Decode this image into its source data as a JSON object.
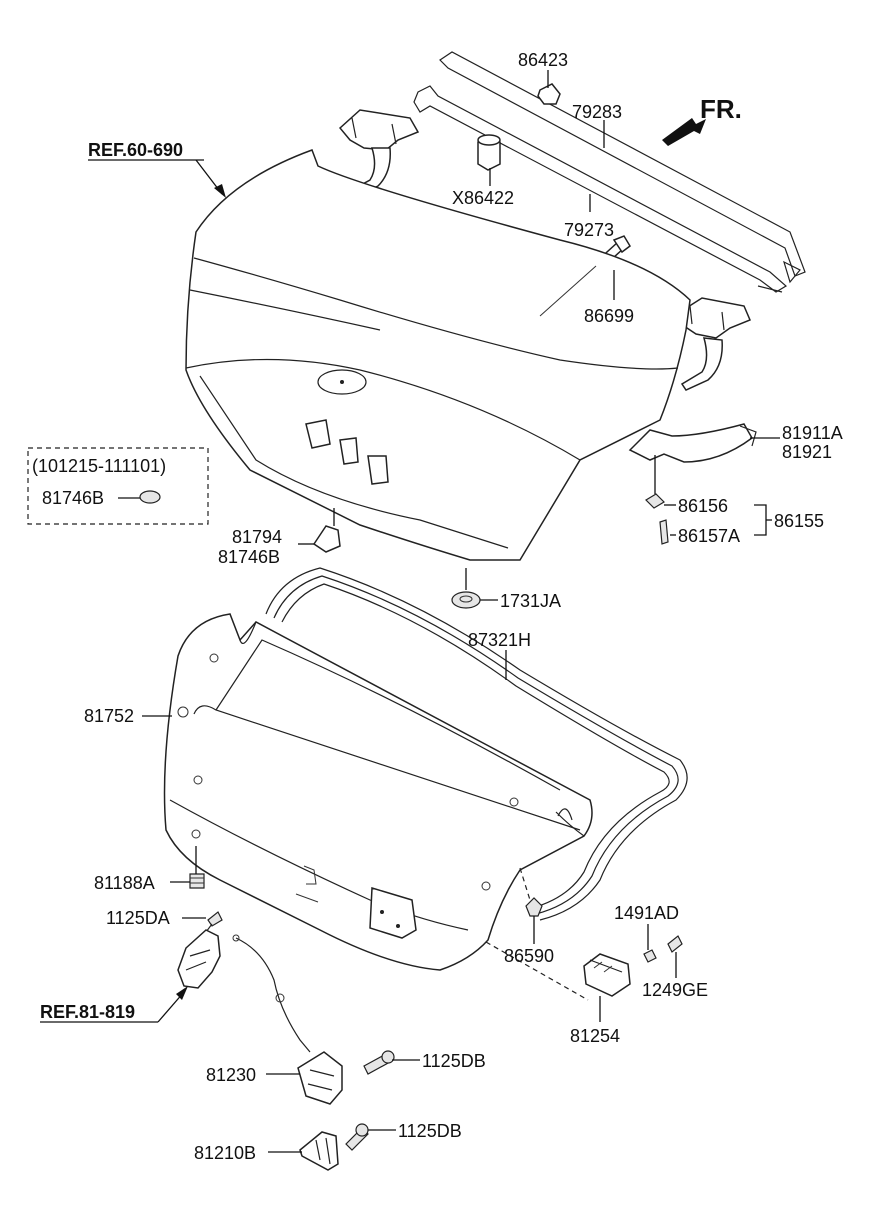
{
  "direction_label": "FR.",
  "references": {
    "trunk_lid_ref": "REF.60-690",
    "latch_ref": "REF.81-819"
  },
  "date_range_box": {
    "range": "(101215-111101)",
    "part": "81746B"
  },
  "part_labels": {
    "p86423": "86423",
    "p79283": "79283",
    "pX86422": "X86422",
    "p79273": "79273",
    "p86699": "86699",
    "p81911A": "81911A",
    "p81921": "81921",
    "p86156": "86156",
    "p86157A": "86157A",
    "p86155": "86155",
    "p81794": "81794",
    "p81746B": "81746B",
    "p1731JA": "1731JA",
    "p87321H": "87321H",
    "p81752": "81752",
    "p81188A": "81188A",
    "p1125DA": "1125DA",
    "p86590": "86590",
    "p1491AD": "1491AD",
    "p1249GE": "1249GE",
    "p81254": "81254",
    "p81230": "81230",
    "p1125DB_a": "1125DB",
    "p81210B": "81210B",
    "p1125DB_b": "1125DB"
  }
}
